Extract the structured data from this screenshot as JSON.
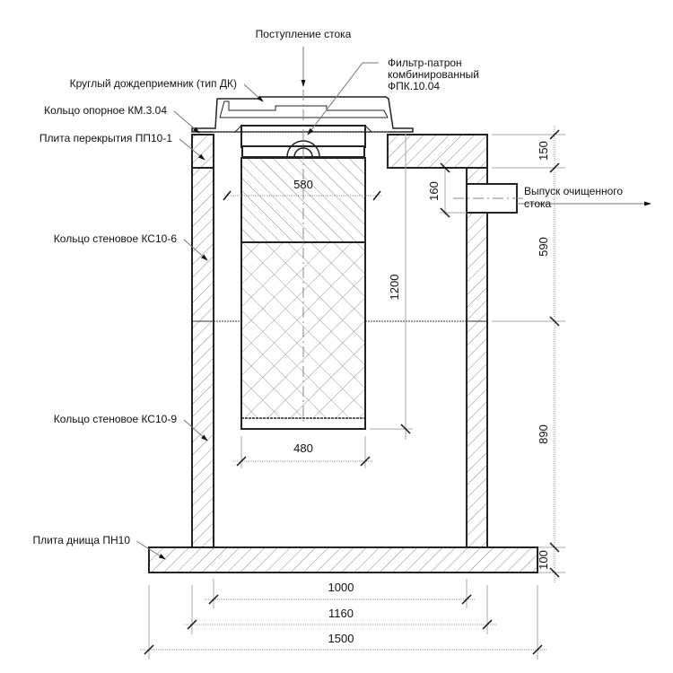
{
  "title": "Колодец с фильтр-патроном — разрез",
  "labels": {
    "inflow": "Поступление стока",
    "storm_inlet": "Круглый дождеприемник (тип ДК)",
    "support_ring": "Кольцо опорное КМ.3.04",
    "cover_slab": "Плита перекрытия ПП10-1",
    "filter_line1": "Фильтр-патрон",
    "filter_line2": "комбинированный",
    "filter_line3": "ФПК.10.04",
    "wall_ring_upper": "Кольцо стеновое КС10-6",
    "wall_ring_lower": "Кольцо стеновое КС10-9",
    "bottom_slab": "Плита днища ПН10",
    "outlet_line1": "Выпуск очищенного",
    "outlet_line2": "стока"
  },
  "dimensions": {
    "filter_upper_width": "580",
    "filter_lower_width": "480",
    "filter_height": "1200",
    "outlet_offset": "160",
    "cover_thickness": "150",
    "upper_ring_height": "590",
    "lower_ring_height": "890",
    "bottom_thickness": "100",
    "inner_diameter": "1000",
    "outer_diameter": "1160",
    "bottom_width": "1500"
  }
}
